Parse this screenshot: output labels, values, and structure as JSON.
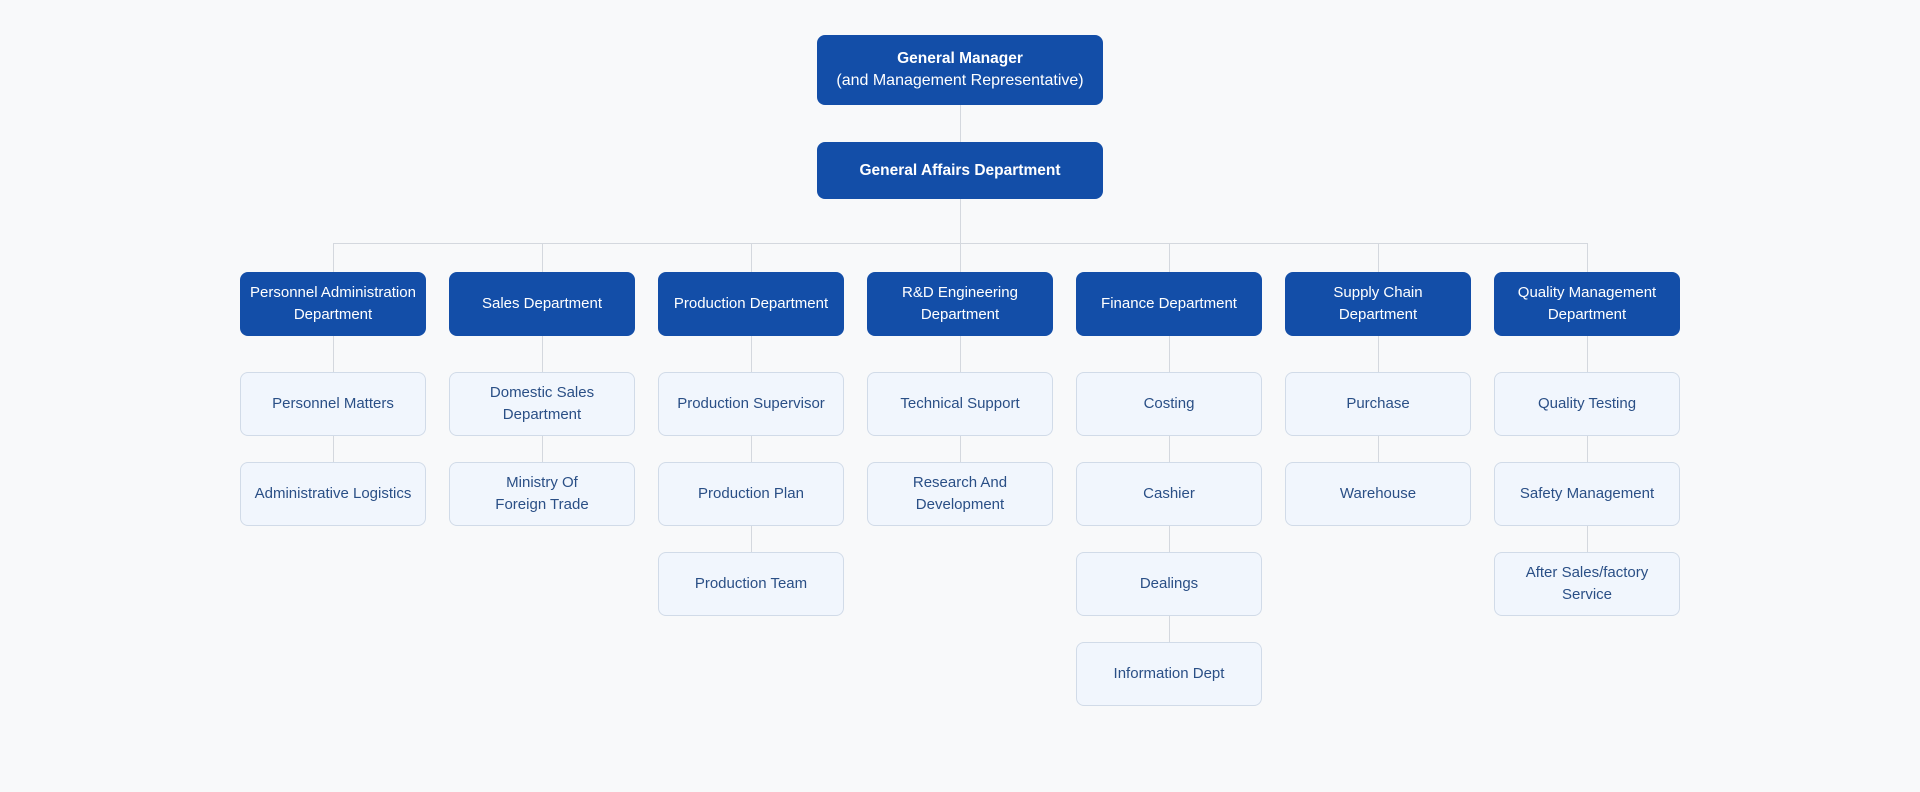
{
  "org": {
    "top": {
      "title": "General Manager",
      "subtitle": "(and Management Representative)"
    },
    "affairs": "General Affairs Department",
    "departments": [
      {
        "name": "Personnel Administration\nDepartment",
        "units": [
          "Personnel Matters",
          "Administrative Logistics"
        ]
      },
      {
        "name": "Sales Department",
        "units": [
          "Domestic Sales\nDepartment",
          "Ministry Of\nForeign Trade"
        ]
      },
      {
        "name": "Production Department",
        "units": [
          "Production Supervisor",
          "Production Plan",
          "Production Team"
        ]
      },
      {
        "name": "R&D Engineering\nDepartment",
        "units": [
          "Technical Support",
          "Research And\nDevelopment"
        ]
      },
      {
        "name": "Finance Department",
        "units": [
          "Costing",
          "Cashier",
          "Dealings",
          "Information Dept"
        ]
      },
      {
        "name": "Supply Chain Department",
        "units": [
          "Purchase",
          "Warehouse"
        ]
      },
      {
        "name": "Quality Management\nDepartment",
        "units": [
          "Quality Testing",
          "Safety Management",
          "After Sales/factory\nService"
        ]
      }
    ]
  },
  "colors": {
    "background": "#f8f9fa",
    "primary_fill": "#134ea8",
    "primary_text": "#ffffff",
    "secondary_fill": "#f1f6fd",
    "secondary_border": "#d1dbe8",
    "secondary_text": "#2a4f86",
    "connector": "#d4d8de"
  }
}
